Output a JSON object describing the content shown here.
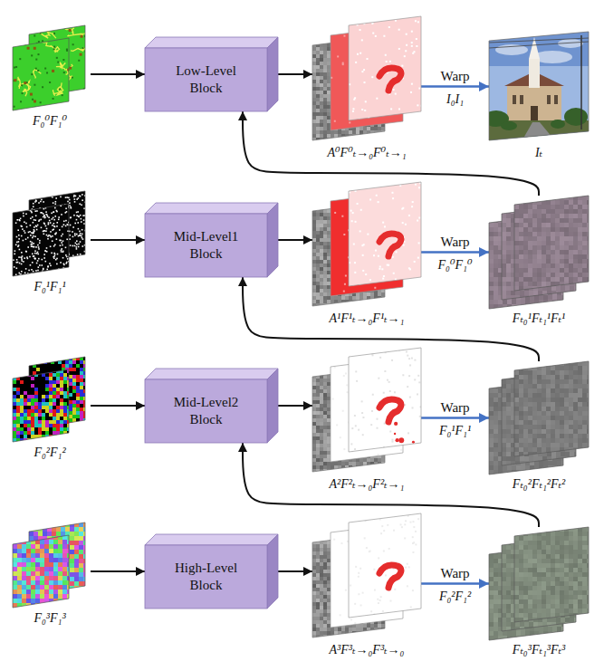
{
  "diagram": {
    "nodes": [
      {
        "text": [
          "F₀⁰F₁⁰"
        ]
      },
      {
        "text": [
          "Low-Level Block"
        ]
      },
      {
        "text": [
          "A⁰F⁰ₜ→₀F⁰ₜ→₁"
        ]
      },
      {
        "text": [
          "Iₜ"
        ]
      },
      {
        "text": [
          "F₀¹F₁¹"
        ]
      },
      {
        "text": [
          "Mid-Level1 Block"
        ]
      },
      {
        "text": [
          "A¹F¹ₜ→₀F¹ₜ→₁"
        ]
      },
      {
        "text": [
          "Fₜ₀¹Fₜ₁¹Fₜ¹"
        ]
      },
      {
        "text": [
          "F₀²F₁²"
        ]
      },
      {
        "text": [
          "Mid-Level2 Block"
        ]
      },
      {
        "text": [
          "A²F²ₜ→₀F²ₜ→₁"
        ]
      },
      {
        "text": [
          "Fₜ₀²Fₜ₁²Fₜ²"
        ]
      },
      {
        "text": [
          "F₀³F₁³"
        ]
      },
      {
        "text": [
          "High-Level Block"
        ]
      },
      {
        "text": [
          "A³F³ₜ→₀F³ₜ→₀"
        ]
      },
      {
        "text": [
          "Fₜ₀³Fₜ₁³Fₜ³"
        ]
      }
    ],
    "edges": [
      {
        "from": 0,
        "to": 1,
        "arrow": "to"
      },
      {
        "from": 1,
        "to": 2,
        "arrow": "to"
      },
      {
        "from": 2,
        "to": 3,
        "label": "Warp",
        "arrow": "to"
      },
      {
        "from": 4,
        "to": 5,
        "arrow": "to"
      },
      {
        "from": 5,
        "to": 6,
        "arrow": "to"
      },
      {
        "from": 6,
        "to": 7,
        "label": "Warp",
        "arrow": "to"
      },
      {
        "from": 7,
        "to": 1,
        "arrow": "to"
      },
      {
        "from": 8,
        "to": 9,
        "arrow": "to"
      },
      {
        "from": 9,
        "to": 10,
        "arrow": "to"
      },
      {
        "from": 10,
        "to": 11,
        "label": "Warp",
        "arrow": "to"
      },
      {
        "from": 11,
        "to": 5,
        "arrow": "to"
      },
      {
        "from": 12,
        "to": 13,
        "arrow": "to"
      },
      {
        "from": 13,
        "to": 14,
        "arrow": "to"
      },
      {
        "from": 14,
        "to": 15,
        "label": "Warp",
        "arrow": "to"
      },
      {
        "from": 15,
        "to": 9,
        "arrow": "to"
      }
    ],
    "labels": [
      "I₀I₁",
      "F₀⁰F₁⁰",
      "F₀¹F₁¹",
      "F₀²F₁²"
    ]
  }
}
